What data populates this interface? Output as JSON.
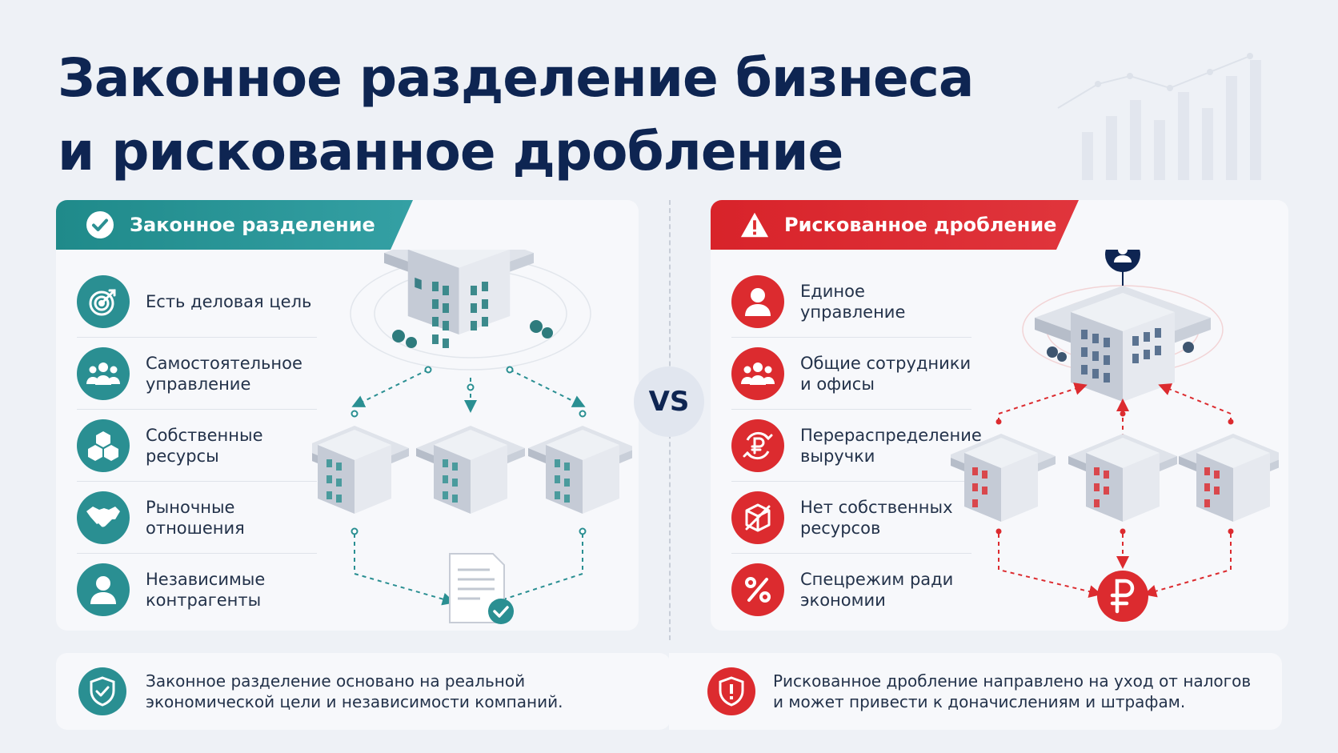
{
  "title": "Законное разделение бизнеса\nи рискованное дробление",
  "vs_label": "VS",
  "left": {
    "heading": "Законное разделение",
    "accent": "#2a8f92",
    "items": [
      {
        "label": "Есть деловая цель",
        "icon": "target-icon"
      },
      {
        "label": "Самостоятельное\nуправление",
        "icon": "team-icon"
      },
      {
        "label": "Собственные\nресурсы",
        "icon": "cubes-icon"
      },
      {
        "label": "Рыночные\nотношения",
        "icon": "handshake-icon"
      },
      {
        "label": "Независимые\nконтрагенты",
        "icon": "person-icon"
      }
    ],
    "footer": "Законное разделение основано на реальной\nэкономической цели и независимости компаний."
  },
  "right": {
    "heading": "Рискованное дробление",
    "accent": "#dc2b2f",
    "items": [
      {
        "label": "Единое\nуправление",
        "icon": "person-icon"
      },
      {
        "label": "Общие сотрудники\nи офисы",
        "icon": "team-icon"
      },
      {
        "label": "Перераспределение\nвыручки",
        "icon": "ruble-cycle-icon"
      },
      {
        "label": "Нет собственных\nресурсов",
        "icon": "crossed-box-icon"
      },
      {
        "label": "Спецрежим ради\nэкономии",
        "icon": "percent-icon"
      }
    ],
    "footer": "Рискованное дробление направлено на уход от налогов\nи может привести к доначислениям и штрафам."
  }
}
